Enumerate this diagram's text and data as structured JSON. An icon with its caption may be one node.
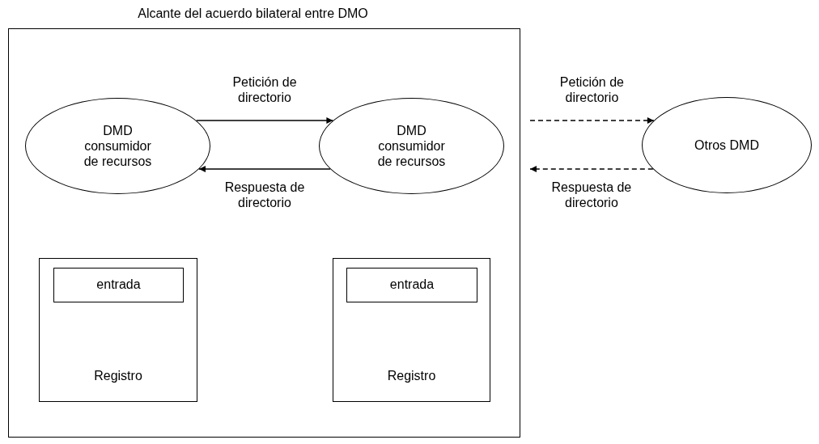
{
  "diagram": {
    "nodes": [
      {
        "text": [
          "Alcante del acuerdo bilateral entre DMO"
        ]
      },
      {
        "text": [
          "DMD consumidor de recursos"
        ],
        "in": 0
      },
      {
        "text": [
          "DMD consumidor de recursos"
        ],
        "in": 0
      },
      {
        "text": [
          "Otros DMD"
        ]
      },
      {
        "text": [
          "Registro"
        ],
        "in": 0
      },
      {
        "text": [
          "entrada"
        ],
        "in": 4
      },
      {
        "text": [
          "Registro"
        ],
        "in": 0
      },
      {
        "text": [
          "entrada"
        ],
        "in": 6
      }
    ],
    "edges": [
      {
        "from": 1,
        "to": 2,
        "arrow": "to",
        "label": "Petición de directorio"
      },
      {
        "from": 2,
        "to": 1,
        "arrow": "to",
        "label": "Respuesta de directorio"
      },
      {
        "from": 2,
        "to": 3,
        "arrow": "to",
        "label": "Petición de directorio",
        "style": "dashed"
      },
      {
        "from": 3,
        "to": 2,
        "arrow": "to",
        "label": "Respuesta de directorio",
        "style": "dashed"
      }
    ]
  }
}
